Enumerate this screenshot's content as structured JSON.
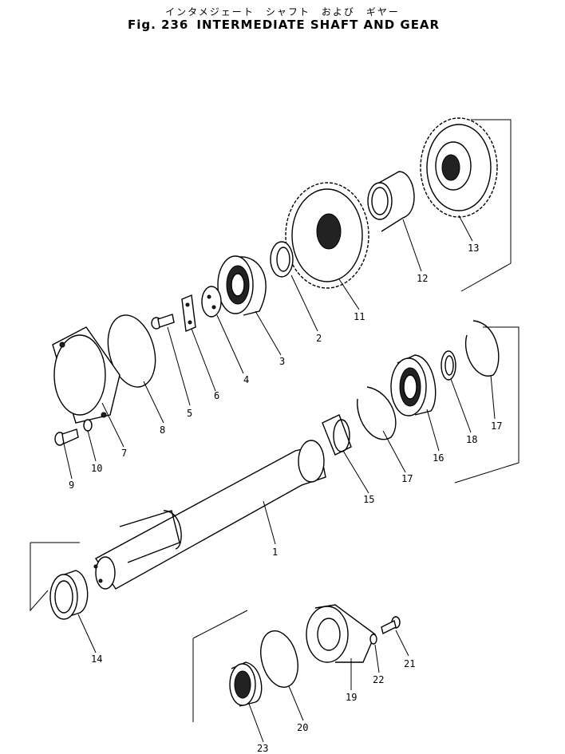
{
  "header": {
    "title_jp": "インタメジェート　シャフト　および　ギヤー",
    "fig_label": "Fig. 236",
    "title_en": "INTERMEDIATE SHAFT AND GEAR"
  },
  "callouts": {
    "c1": "1",
    "c2": "2",
    "c3": "3",
    "c4": "4",
    "c5": "5",
    "c6": "6",
    "c7": "7",
    "c8": "8",
    "c9": "9",
    "c10": "10",
    "c11": "11",
    "c12": "12",
    "c13": "13",
    "c14": "14",
    "c15": "15",
    "c16": "16",
    "c17a": "17",
    "c17b": "17",
    "c18": "18",
    "c19": "19",
    "c20": "20",
    "c21": "21",
    "c22": "22",
    "c23": "23"
  }
}
